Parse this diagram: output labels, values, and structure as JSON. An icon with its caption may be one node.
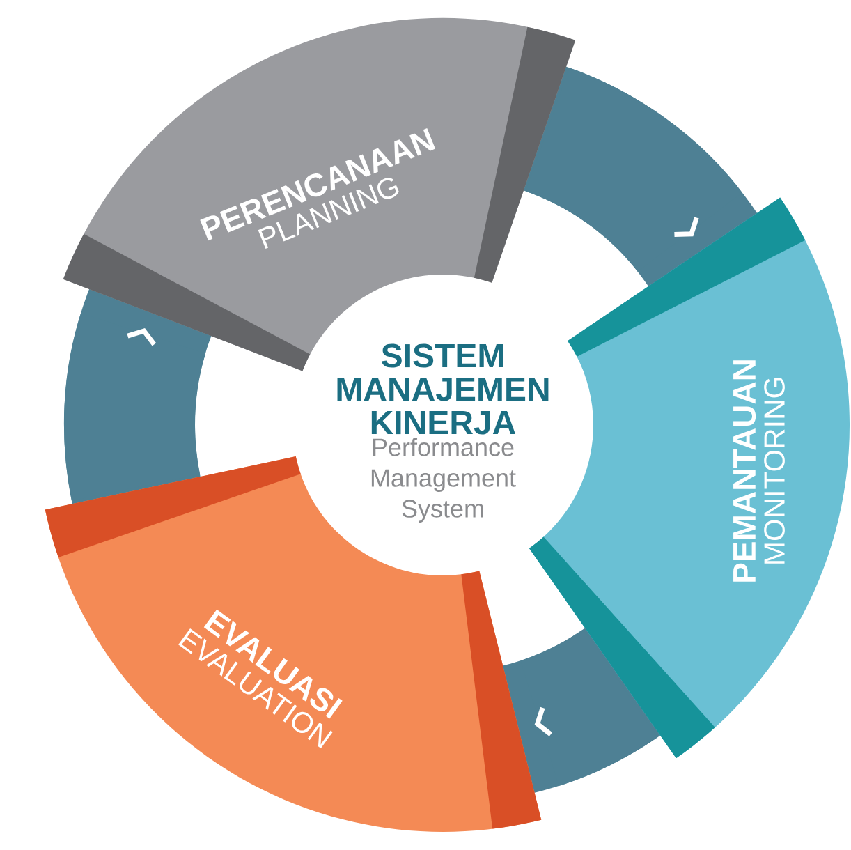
{
  "diagram": {
    "nodes": [
      {
        "text": [
          "SISTEM MANAJEMEN KINERJA",
          "Performance Management System"
        ]
      },
      {
        "text": [
          "PERENCANAAN",
          "PLANNING"
        ]
      },
      {
        "text": [
          "PEMANTAUAN",
          "MONITORING"
        ]
      },
      {
        "text": [
          "EVALUASI",
          "EVALUATION"
        ]
      }
    ],
    "edges": [
      {
        "from": 1,
        "to": 2,
        "arrow": "to"
      },
      {
        "from": 2,
        "to": 3,
        "arrow": "to"
      },
      {
        "from": 3,
        "to": 1,
        "arrow": "to"
      }
    ]
  }
}
